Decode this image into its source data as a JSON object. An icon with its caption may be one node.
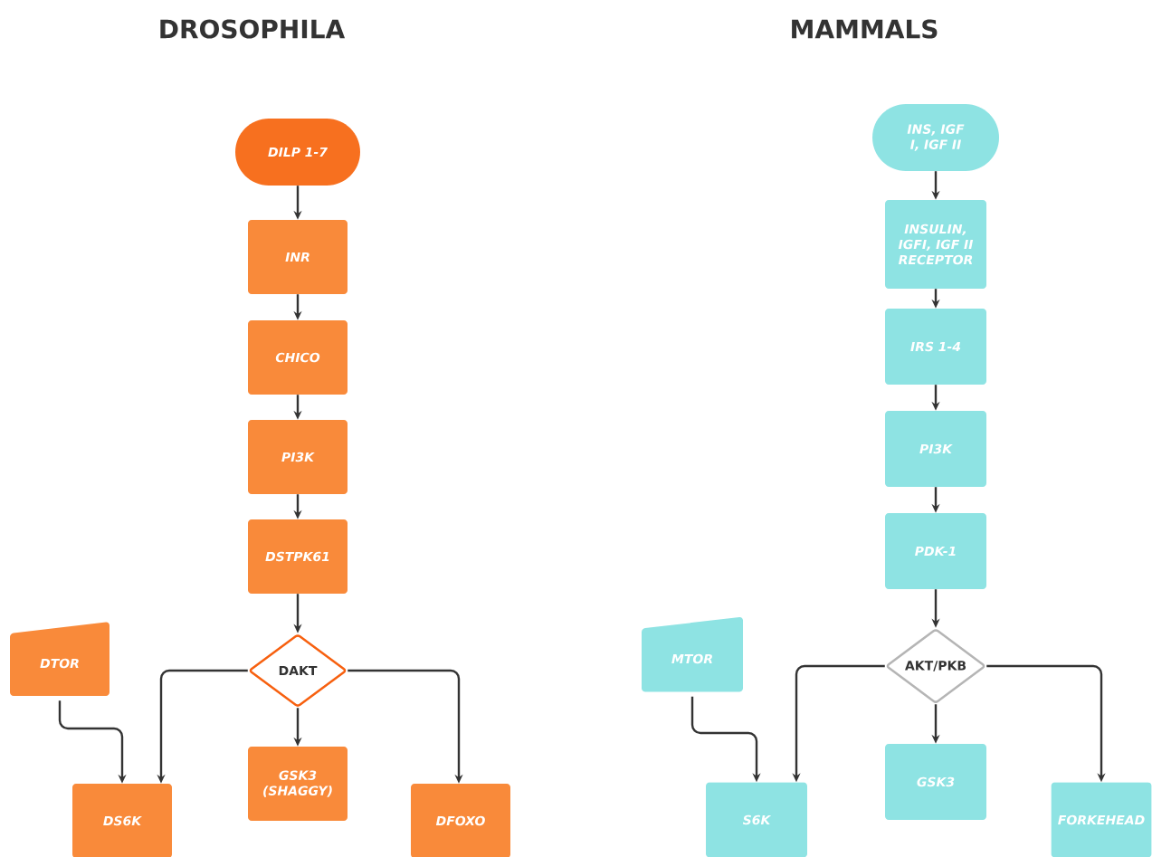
{
  "diagram": {
    "nodes": [
      {
        "text": [
          "DILP 1-7"
        ]
      },
      {
        "text": [
          "INR"
        ]
      },
      {
        "text": [
          "CHICO"
        ]
      },
      {
        "text": [
          "PI3K"
        ]
      },
      {
        "text": [
          "DSTPK61"
        ]
      },
      {
        "text": [
          "DTOR"
        ]
      },
      {
        "text": [
          "DAKT"
        ]
      },
      {
        "text": [
          "DS6K"
        ]
      },
      {
        "text": [
          "GSK3 (SHAGGY)"
        ]
      },
      {
        "text": [
          "DFOXO"
        ]
      },
      {
        "text": [
          "INS, IGF I, IGF II"
        ]
      },
      {
        "text": [
          "INSULIN, IGFI, IGF II RECEPTOR"
        ]
      },
      {
        "text": [
          "IRS 1-4"
        ]
      },
      {
        "text": [
          "PI3K"
        ]
      },
      {
        "text": [
          "PDK-1"
        ]
      },
      {
        "text": [
          "MTOR"
        ]
      },
      {
        "text": [
          "AKT/PKB"
        ]
      },
      {
        "text": [
          "S6K"
        ]
      },
      {
        "text": [
          "GSK3"
        ]
      },
      {
        "text": [
          "FORKEHEAD"
        ]
      }
    ],
    "edges": [
      {
        "from": 0,
        "to": 1,
        "arrow": "to"
      },
      {
        "from": 1,
        "to": 2,
        "arrow": "to"
      },
      {
        "from": 2,
        "to": 3,
        "arrow": "to"
      },
      {
        "from": 3,
        "to": 4,
        "arrow": "to"
      },
      {
        "from": 4,
        "to": 6,
        "arrow": "to"
      },
      {
        "from": 6,
        "to": 7,
        "arrow": "to"
      },
      {
        "from": 6,
        "to": 8,
        "arrow": "to"
      },
      {
        "from": 6,
        "to": 9,
        "arrow": "to"
      },
      {
        "from": 5,
        "to": 7,
        "arrow": "to"
      },
      {
        "from": 10,
        "to": 11,
        "arrow": "to"
      },
      {
        "from": 11,
        "to": 12,
        "arrow": "to"
      },
      {
        "from": 12,
        "to": 13,
        "arrow": "to"
      },
      {
        "from": 13,
        "to": 14,
        "arrow": "to"
      },
      {
        "from": 14,
        "to": 16,
        "arrow": "to"
      },
      {
        "from": 16,
        "to": 17,
        "arrow": "to"
      },
      {
        "from": 16,
        "to": 18,
        "arrow": "to"
      },
      {
        "from": 16,
        "to": 19,
        "arrow": "to"
      },
      {
        "from": 15,
        "to": 17,
        "arrow": "to"
      }
    ],
    "labels": [
      "DROSOPHILA",
      "MAMMALS"
    ]
  }
}
